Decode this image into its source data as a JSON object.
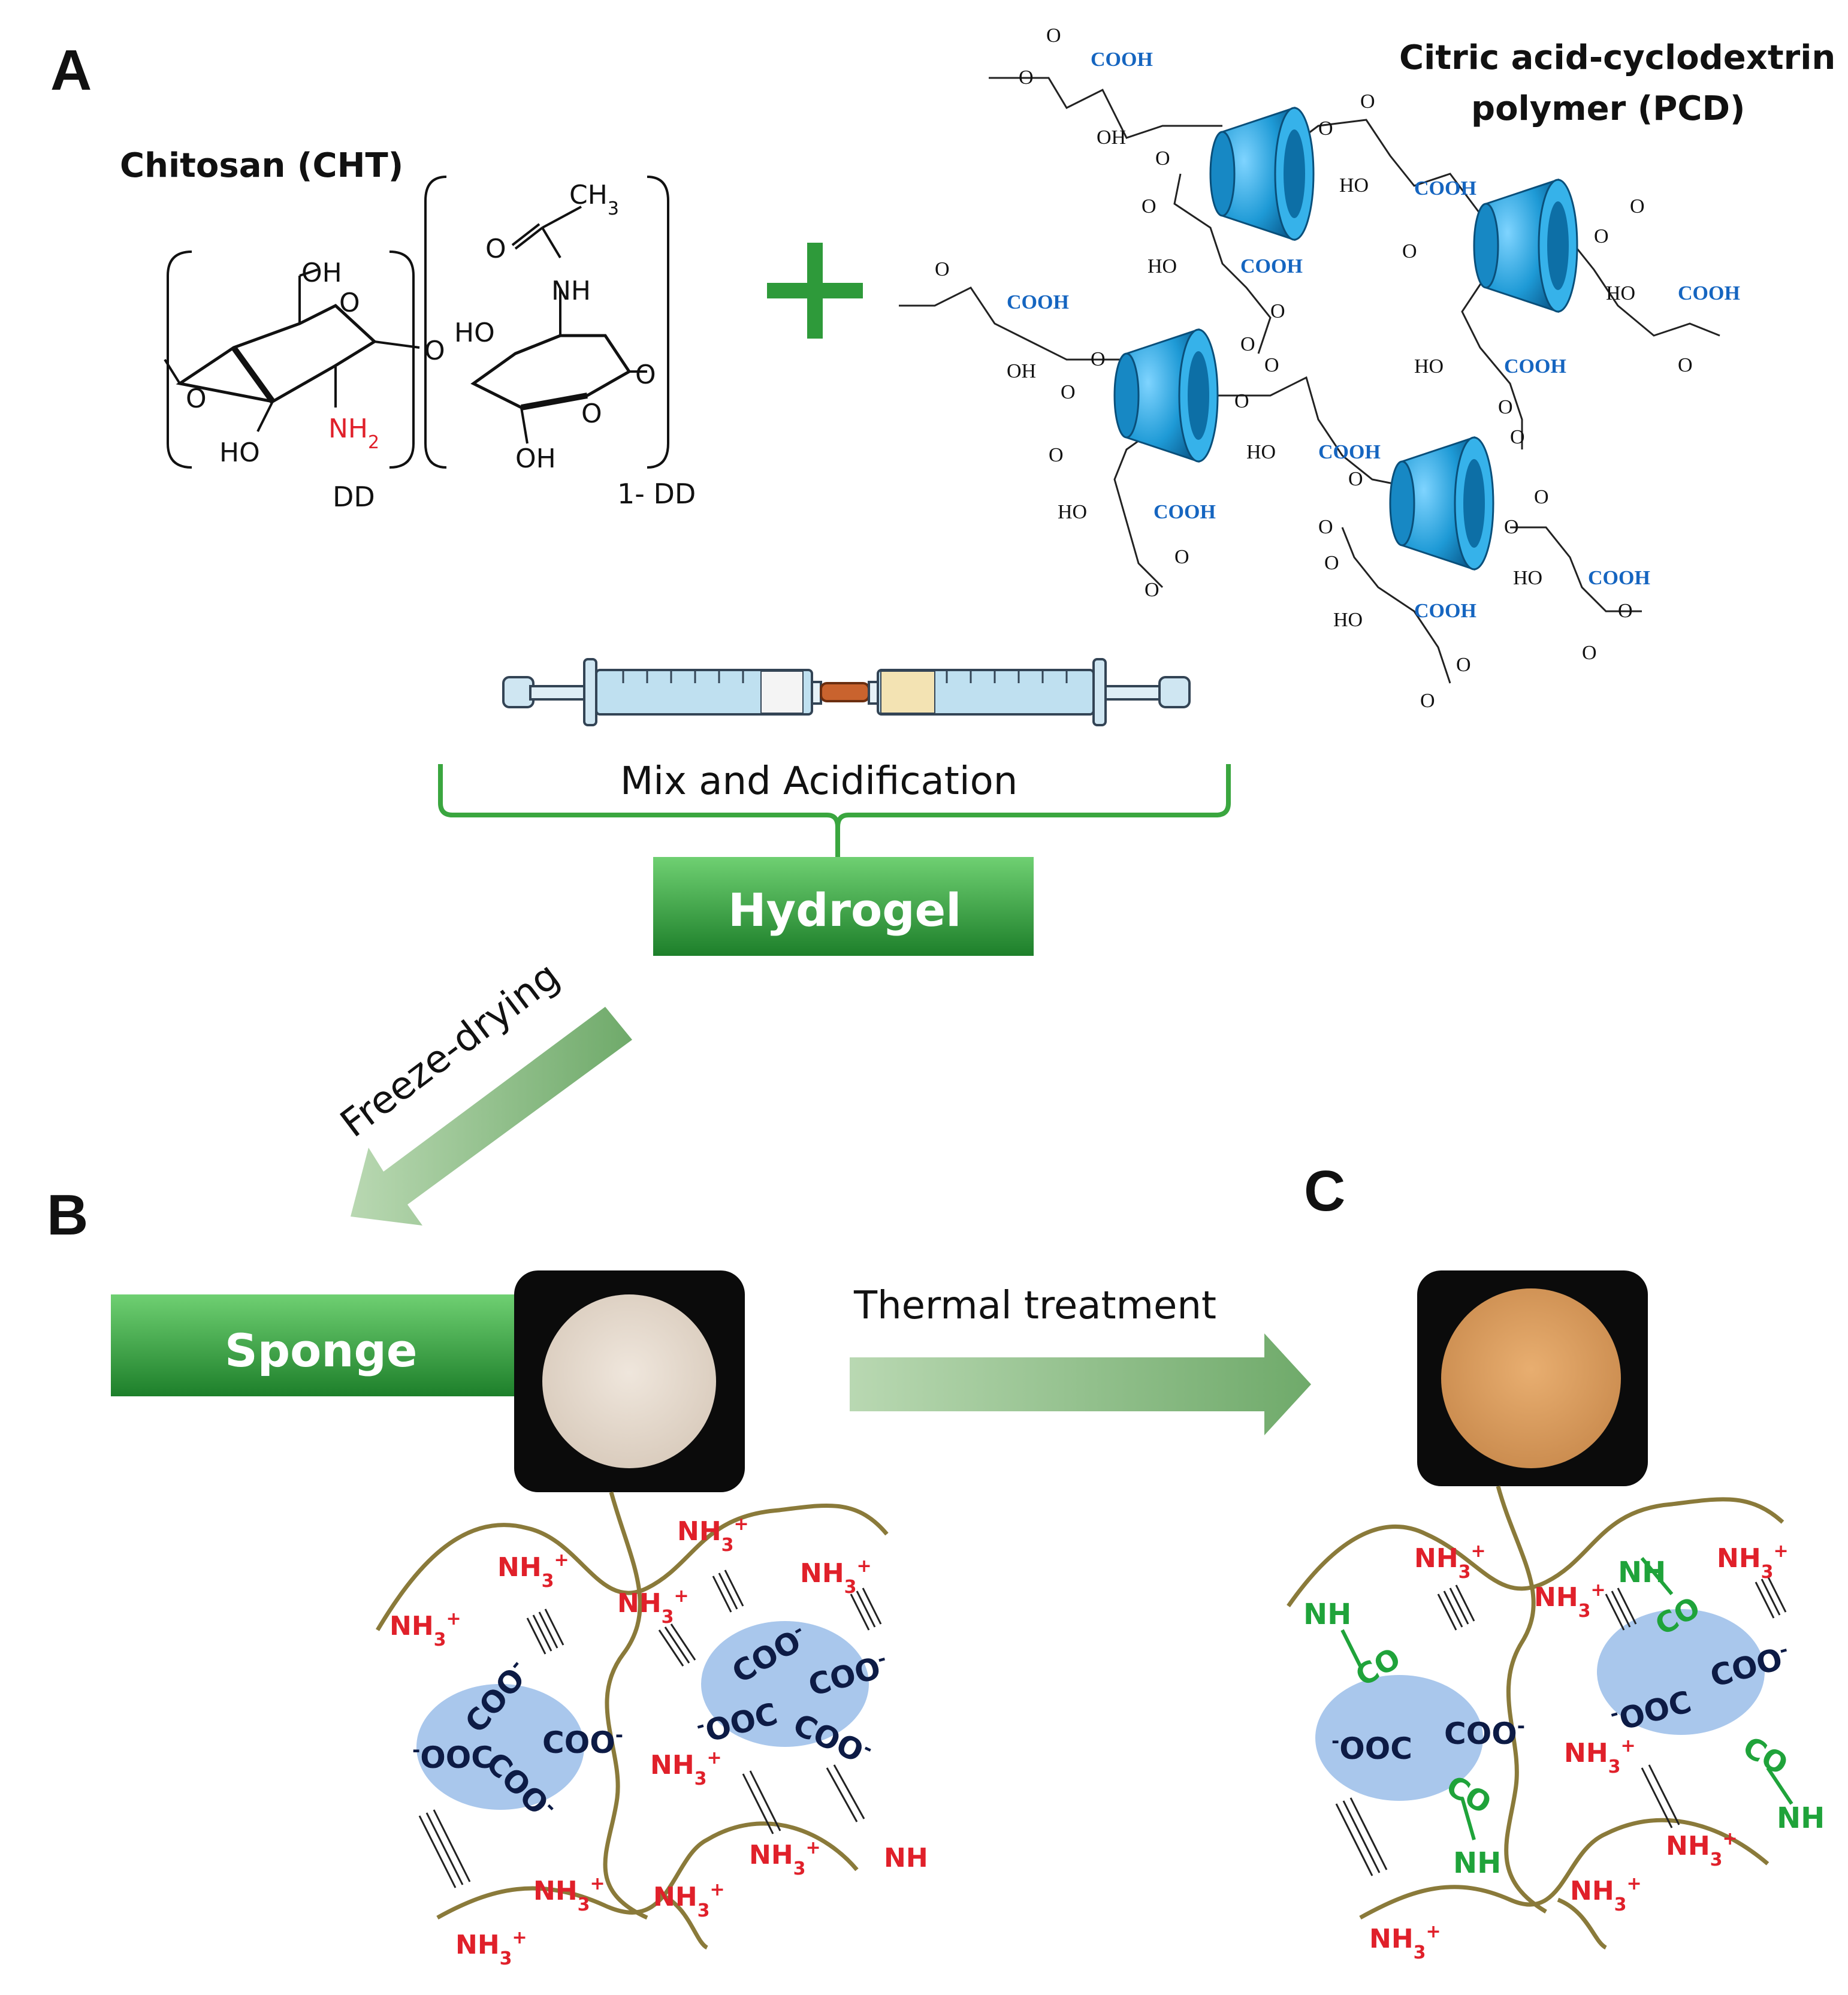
{
  "panels": {
    "a": "A",
    "b": "B",
    "c": "C"
  },
  "chitosan": {
    "title": "Chitosan (CHT)",
    "dd_label": "DD",
    "one_minus_dd_label": "1- DD",
    "atoms": {
      "oh": "OH",
      "o": "O",
      "ho": "HO",
      "nh2": "NH",
      "nh": "NH",
      "ch3": "CH",
      "sub2": "2",
      "sub3": "3"
    }
  },
  "pcd": {
    "title_line1": "Citric acid-cyclodextrin",
    "title_line2": "polymer (PCD)",
    "cooh": "COOH",
    "ho": "HO",
    "oh": "OH",
    "o": "O"
  },
  "process": {
    "mix_label": "Mix and Acidification",
    "hydrogel_label": "Hydrogel",
    "freeze_label": "Freeze-drying",
    "sponge_label": "Sponge",
    "thermal_label": "Thermal treatment"
  },
  "network": {
    "nh3": "NH",
    "nh3_sub": "3",
    "nh3_sup": "+",
    "coo": "COO",
    "ooc": "OOC",
    "minus": "-",
    "nh": "NH",
    "co": "CO",
    "nh_cut": "NH"
  },
  "colors": {
    "green_dark": "#1e8a2e",
    "green_light": "#5cc463",
    "arrow_green": "#8fbf8a",
    "cyan": "#1e9ad6",
    "ellipse": "#a9c7ec",
    "chain": "#8a7a3a",
    "red": "#e0202a",
    "amide_green": "#1fa33a"
  }
}
